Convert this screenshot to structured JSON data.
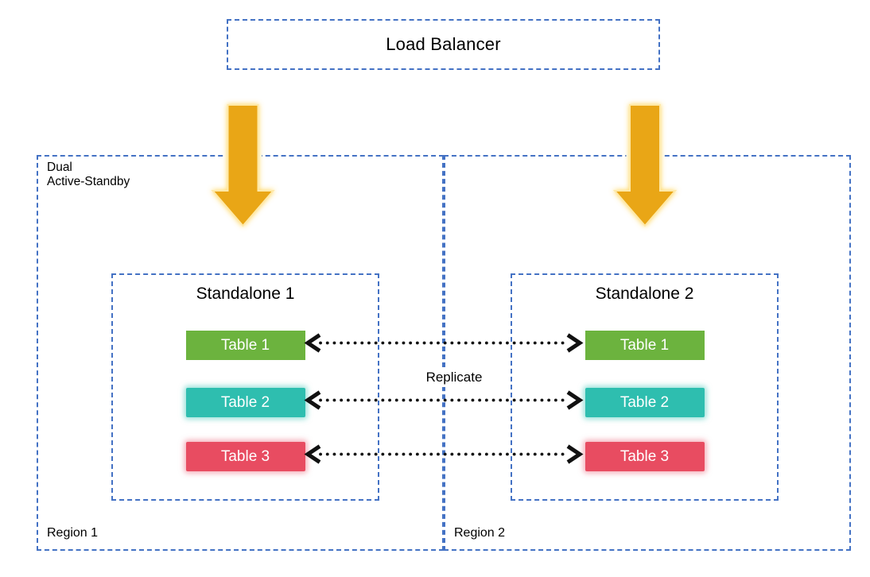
{
  "diagram": {
    "load_balancer_label": "Load Balancer",
    "deployment_label_lines": [
      "Dual",
      "Active-Standby"
    ],
    "replicate_label": "Replicate",
    "regions": [
      {
        "label": "Region 1",
        "standalone": {
          "title": "Standalone 1",
          "tables": [
            {
              "label": "Table 1"
            },
            {
              "label": "Table 2"
            },
            {
              "label": "Table 3"
            }
          ]
        }
      },
      {
        "label": "Region 2",
        "standalone": {
          "title": "Standalone 2",
          "tables": [
            {
              "label": "Table 1"
            },
            {
              "label": "Table 2"
            },
            {
              "label": "Table 3"
            }
          ]
        }
      }
    ],
    "icons": {
      "down_arrow": "down-arrow-icon",
      "replication_arrow": "dotted-double-arrow"
    },
    "colors": {
      "dashed_border_blue": "#4472C4",
      "arrow_gold": "#E9A613",
      "arrow_glow": "#FFD24D",
      "arrow_rim": "#FFE9A8",
      "table1_green": "#6CB33E",
      "table2_teal": "#2EBEAF",
      "table3_red": "#E84C61",
      "replication_line_black": "#111111",
      "text_black": "#000000",
      "background": "#FFFFFF"
    }
  }
}
